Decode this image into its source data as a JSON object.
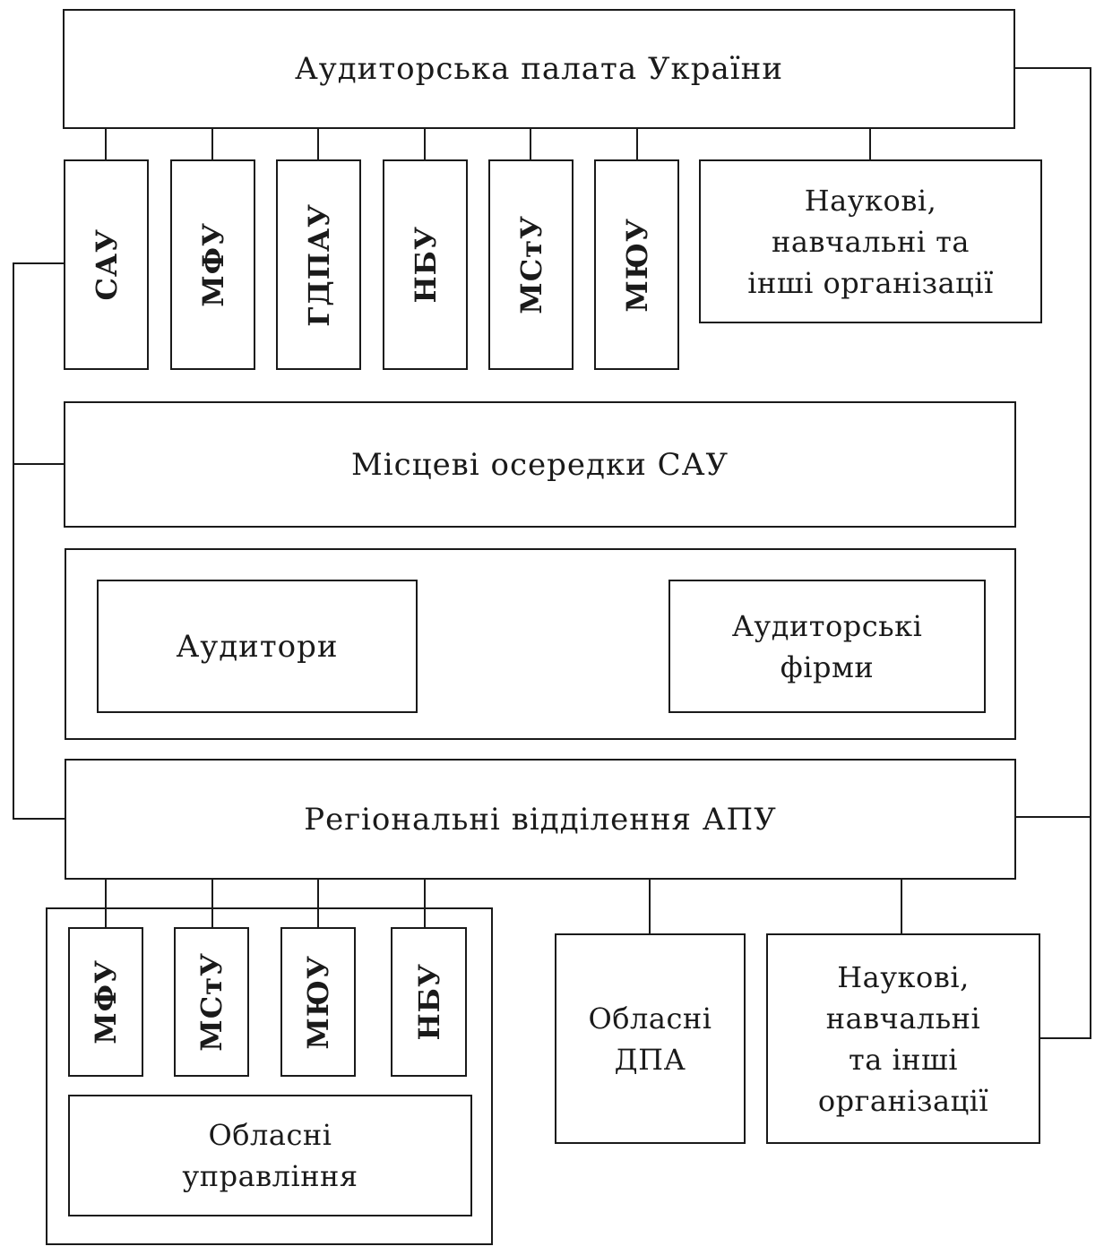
{
  "apu": {
    "title": "Аудиторська палата України"
  },
  "top_orgs": [
    "САУ",
    "МФУ",
    "ГДПАУ",
    "НБУ",
    "МСтУ",
    "МЮУ"
  ],
  "top_science": [
    "Наукові,",
    "навчальні та",
    "інші організації"
  ],
  "local_cells": {
    "title": "Місцеві осередки САУ"
  },
  "auditors": {
    "label": "Аудитори"
  },
  "audit_firms": [
    "Аудиторські",
    "фірми"
  ],
  "regional": {
    "title": "Регіональні відділення АПУ"
  },
  "regional_orgs": [
    "МФУ",
    "МСтУ",
    "МЮУ",
    "НБУ"
  ],
  "regional_admin": [
    "Обласні",
    "управління"
  ],
  "regional_dpa": [
    "Обласні",
    "ДПА"
  ],
  "regional_science": [
    "Наукові,",
    "навчальні",
    "та інші",
    "організації"
  ]
}
